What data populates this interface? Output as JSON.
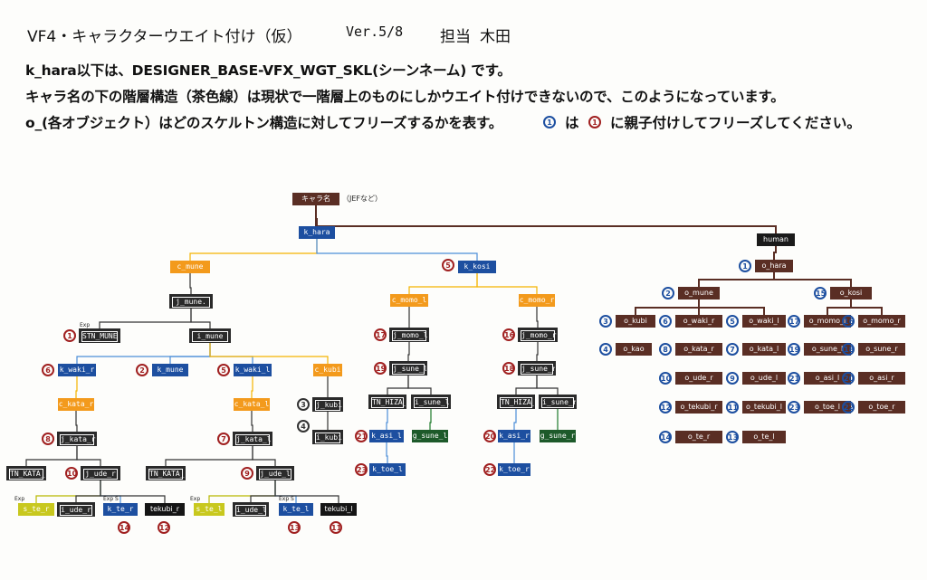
{
  "header": {
    "title": "VF4・キャラクターウエイト付け（仮）",
    "version": "Ver.5/8",
    "owner_label": "担当",
    "owner_name": "木田"
  },
  "notes": [
    "k_hara以下は、DESIGNER_BASE-VFX_WGT_SKL(シーンネーム) です。",
    "キャラ名の下の階層構造（茶色線）は現状で一階層上のものにしかウエイト付けできないので、このようになっています。",
    "o_(各オブジェクト）はどのスケルトン構造に対してフリーズするかを表す。"
  ],
  "note3_tail": {
    "num_a": "1",
    "mid": "は",
    "num_b": "1",
    "end": "に親子付けしてフリーズしてください。"
  },
  "colors": {
    "brown": "#5a2e24",
    "blue": "#1d4fa0",
    "orange": "#f39a1c",
    "black": "#2a2a2a",
    "yellow": "#c8c81e",
    "green": "#1d5a2a",
    "red": "#a02020"
  },
  "nodes": [
    {
      "id": "root",
      "label": "キャラ名",
      "style": "brown"
    },
    {
      "id": "root_note",
      "label": "（JEFなど）",
      "style": "text"
    },
    {
      "id": "k_hara",
      "label": "k_hara",
      "style": "blue"
    },
    {
      "id": "c_mune",
      "label": "c_mune",
      "style": "orange"
    },
    {
      "id": "k_kosi",
      "label": "k_kosi",
      "style": "blue",
      "num": "5",
      "numstyle": "red"
    },
    {
      "id": "j_mune",
      "label": "j_mune.",
      "style": "black"
    },
    {
      "id": "stn_mune",
      "label": "STN_MUNE",
      "style": "black",
      "num": "1",
      "numstyle": "red",
      "mark": "Exp"
    },
    {
      "id": "i_mune",
      "label": "i_mune",
      "style": "black"
    },
    {
      "id": "k_waki_r",
      "label": "k_waki_r",
      "style": "blue",
      "num": "6",
      "numstyle": "red"
    },
    {
      "id": "k_mune",
      "label": "k_mune",
      "style": "blue",
      "num": "2",
      "numstyle": "red"
    },
    {
      "id": "k_waki_l",
      "label": "k_waki_l",
      "style": "blue",
      "num": "5",
      "numstyle": "red"
    },
    {
      "id": "c_kubi",
      "label": "c_kubi",
      "style": "orange"
    },
    {
      "id": "c_kata_r",
      "label": "c_kata_r",
      "style": "orange"
    },
    {
      "id": "c_kata_l",
      "label": "c_kata_l",
      "style": "orange"
    },
    {
      "id": "j_kubi",
      "label": "j_kubi",
      "style": "black",
      "num": "3",
      "numstyle": "bk"
    },
    {
      "id": "i_kubi",
      "label": "i_kubi",
      "style": "black",
      "num": "4",
      "numstyle": "bk"
    },
    {
      "id": "j_kata_r",
      "label": "j_kata_r",
      "style": "black",
      "num": "8",
      "numstyle": "red"
    },
    {
      "id": "j_kata_l",
      "label": "j_kata_l",
      "style": "black",
      "num": "7",
      "numstyle": "red"
    },
    {
      "id": "tn_kata_r",
      "label": "TN_KATA_R",
      "style": "black"
    },
    {
      "id": "j_ude_r",
      "label": "j_ude_r",
      "style": "black",
      "num": "10",
      "numstyle": "red"
    },
    {
      "id": "tn_kata_l",
      "label": "TN_KATA_L",
      "style": "black"
    },
    {
      "id": "j_ude_l",
      "label": "j_ude_l",
      "style": "black",
      "num": "9",
      "numstyle": "red"
    },
    {
      "id": "s_te_r",
      "label": "s_te_r",
      "style": "yellow",
      "mark": "Exp"
    },
    {
      "id": "i_ude_r",
      "label": "i_ude_r",
      "style": "black"
    },
    {
      "id": "k_te_r",
      "label": "k_te_r",
      "style": "blue",
      "num": "14",
      "numstyle": "red",
      "mark": "Exp S"
    },
    {
      "id": "tekubi_r",
      "label": "tekubi_r",
      "style": "darkblack",
      "num": "12",
      "numstyle": "red"
    },
    {
      "id": "s_te_l",
      "label": "s_te_l",
      "style": "yellow",
      "mark": "Exp"
    },
    {
      "id": "i_ude_l",
      "label": "i_ude_l",
      "style": "black"
    },
    {
      "id": "k_te_l",
      "label": "k_te_l",
      "style": "blue",
      "num": "13",
      "numstyle": "red",
      "mark": "Exp S"
    },
    {
      "id": "tekubi_l",
      "label": "tekubi_l",
      "style": "darkblack",
      "num": "11",
      "numstyle": "red"
    },
    {
      "id": "c_momo_l",
      "label": "c_momo_l",
      "style": "orange"
    },
    {
      "id": "c_momo_r",
      "label": "c_momo_r",
      "style": "orange"
    },
    {
      "id": "j_momo_l",
      "label": "j_momo_l",
      "style": "black",
      "num": "17",
      "numstyle": "red"
    },
    {
      "id": "j_momo_r",
      "label": "j_momo_r",
      "style": "black",
      "num": "16",
      "numstyle": "red"
    },
    {
      "id": "j_sune_l",
      "label": "j_sune_l",
      "style": "black",
      "num": "19",
      "numstyle": "red"
    },
    {
      "id": "j_sune_r",
      "label": "j_sune_r",
      "style": "black",
      "num": "18",
      "numstyle": "red"
    },
    {
      "id": "tn_hiza_l",
      "label": "TN_HIZA_L",
      "style": "black"
    },
    {
      "id": "i_sune_l",
      "label": "i_sune_l",
      "style": "black"
    },
    {
      "id": "tn_hiza_r",
      "label": "TN_HIZA_R",
      "style": "black"
    },
    {
      "id": "i_sune_r",
      "label": "i_sune_r",
      "style": "black"
    },
    {
      "id": "k_asi_l",
      "label": "k_asi_l",
      "style": "blue",
      "num": "21",
      "numstyle": "red"
    },
    {
      "id": "g_sune_l",
      "label": "g_sune_l",
      "style": "green"
    },
    {
      "id": "k_asi_r",
      "label": "k_asi_r",
      "style": "blue",
      "num": "20",
      "numstyle": "red"
    },
    {
      "id": "g_sune_r",
      "label": "g_sune_r",
      "style": "green"
    },
    {
      "id": "k_toe_l",
      "label": "k_toe_l",
      "style": "blue",
      "num": "23",
      "numstyle": "red"
    },
    {
      "id": "k_toe_r",
      "label": "k_toe_r",
      "style": "blue",
      "num": "22",
      "numstyle": "red"
    },
    {
      "id": "human",
      "label": "human",
      "style": "brown_dark"
    },
    {
      "id": "o_hara",
      "label": "o_hara",
      "style": "brown",
      "num": "1",
      "numstyle": "bl"
    },
    {
      "id": "o_mune",
      "label": "o_mune",
      "style": "brown",
      "num": "2",
      "numstyle": "bl"
    },
    {
      "id": "o_kosi",
      "label": "o_kosi",
      "style": "brown",
      "num": "15",
      "numstyle": "bl"
    },
    {
      "id": "o_kubi",
      "label": "o_kubi",
      "style": "brown",
      "num": "3",
      "numstyle": "bl"
    },
    {
      "id": "o_kao",
      "label": "o_kao",
      "style": "brown",
      "num": "4",
      "numstyle": "bl"
    },
    {
      "id": "o_waki_r",
      "label": "o_waki_r",
      "style": "brown",
      "num": "6",
      "numstyle": "bl"
    },
    {
      "id": "o_kata_r",
      "label": "o_kata_r",
      "style": "brown",
      "num": "8",
      "numstyle": "bl"
    },
    {
      "id": "o_ude_r",
      "label": "o_ude_r",
      "style": "brown",
      "num": "10",
      "numstyle": "bl"
    },
    {
      "id": "o_tekubi_r",
      "label": "o_tekubi_r",
      "style": "brown",
      "num": "12",
      "numstyle": "bl"
    },
    {
      "id": "o_te_r",
      "label": "o_te_r",
      "style": "brown",
      "num": "14",
      "numstyle": "bl"
    },
    {
      "id": "o_waki_l",
      "label": "o_waki_l",
      "style": "brown",
      "num": "5",
      "numstyle": "bl"
    },
    {
      "id": "o_kata_l",
      "label": "o_kata_l",
      "style": "brown",
      "num": "7",
      "numstyle": "bl"
    },
    {
      "id": "o_ude_l",
      "label": "o_ude_l",
      "style": "brown",
      "num": "9",
      "numstyle": "bl"
    },
    {
      "id": "o_tekubi_l",
      "label": "o_tekubi_l",
      "style": "brown",
      "num": "11",
      "numstyle": "bl"
    },
    {
      "id": "o_te_l",
      "label": "o_te_l",
      "style": "brown",
      "num": "13",
      "numstyle": "bl"
    },
    {
      "id": "o_momo_l",
      "label": "o_momo_l",
      "style": "brown",
      "num": "17",
      "numstyle": "bl"
    },
    {
      "id": "o_momo_r",
      "label": "o_momo_r",
      "style": "brown",
      "num": "16",
      "numstyle": "bl"
    },
    {
      "id": "o_sune_l",
      "label": "o_sune_l",
      "style": "brown",
      "num": "19",
      "numstyle": "bl"
    },
    {
      "id": "o_sune_r",
      "label": "o_sune_r",
      "style": "brown",
      "num": "18",
      "numstyle": "bl"
    },
    {
      "id": "o_asi_l",
      "label": "o_asi_l",
      "style": "brown",
      "num": "21",
      "numstyle": "bl"
    },
    {
      "id": "o_asi_r",
      "label": "o_asi_r",
      "style": "brown",
      "num": "20",
      "numstyle": "bl"
    },
    {
      "id": "o_toe_l",
      "label": "o_toe_l",
      "style": "brown",
      "num": "23",
      "numstyle": "bl"
    },
    {
      "id": "o_toe_r",
      "label": "o_toe_r",
      "style": "brown",
      "num": "22",
      "numstyle": "bl"
    }
  ]
}
